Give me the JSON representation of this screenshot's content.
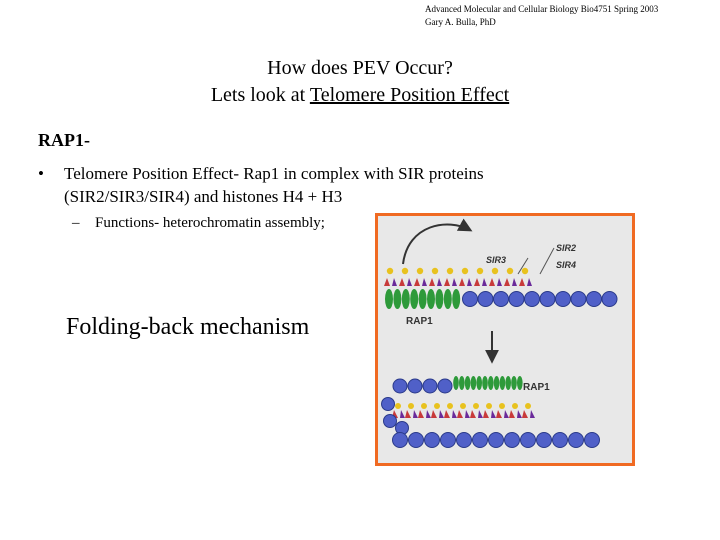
{
  "header": {
    "line1": "Advanced Molecular and Cellular Biology  Bio4751  Spring 2003",
    "line2": "Gary A. Bulla, PhD"
  },
  "title": {
    "line1": "How does PEV Occur?",
    "line2_prefix": "Lets look at ",
    "line2_underlined": "Telomere Position Effect"
  },
  "section_label": "RAP1-",
  "bullet": {
    "marker": "•",
    "text": "Telomere Position Effect- Rap1 in complex with SIR proteins (SIR2/SIR3/SIR4) and histones  H4 + H3"
  },
  "sub_bullet": {
    "marker": "–",
    "text": "Functions- heterochromatin assembly;"
  },
  "folding_label": "Folding-back mechanism",
  "figure": {
    "labels": {
      "sir3": "SIR3",
      "sir2": "SIR2",
      "sir4": "SIR4",
      "rap1_top": "RAP1",
      "rap1_bottom": "RAP1"
    },
    "colors": {
      "border": "#f06a22",
      "background": "#e8e8e8",
      "nucleosome": "#5060c8",
      "rap1": "#2e9a3a",
      "sir3": "#e8c21e",
      "sir2": "#c83a3a",
      "sir4": "#6a2a9a"
    }
  }
}
